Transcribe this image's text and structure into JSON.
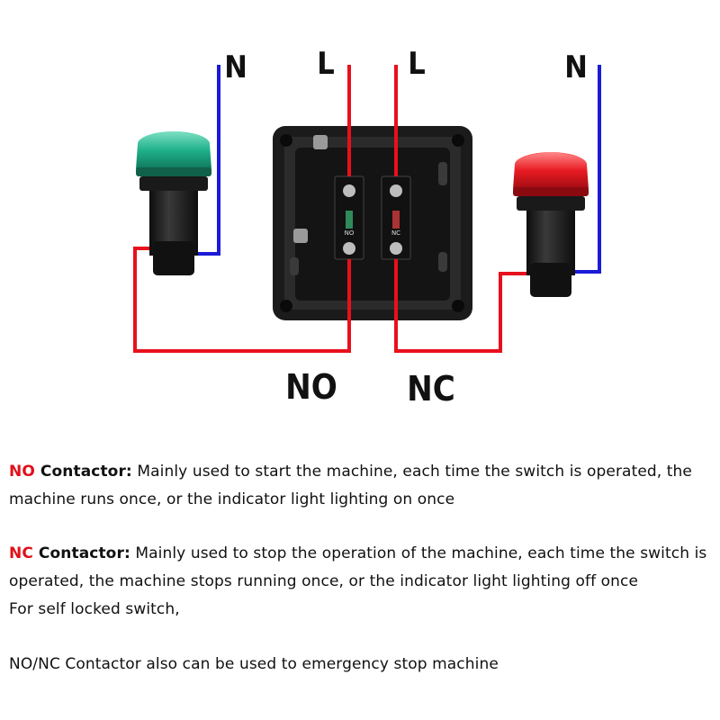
{
  "diagram": {
    "labels": {
      "n_left": "N",
      "l_left": "L",
      "l_right": "L",
      "n_right": "N",
      "no": "NO",
      "nc": "NC"
    },
    "box_marks": {
      "contact_no": "NO",
      "contact_nc": "NC"
    },
    "colors": {
      "live_wire": "#e8101c",
      "neutral_wire": "#1a1ad8",
      "green_lamp": "#1fb08a",
      "red_lamp": "#e81a22",
      "housing": "#1b1b1b"
    }
  },
  "descriptions": {
    "no": {
      "tag": "NO",
      "title": " Contactor:",
      "body": " Mainly used to start the machine, each time the switch is operated, the machine runs once, or the indicator light lighting on once"
    },
    "nc": {
      "tag": "NC",
      "title": " Contactor:",
      "body": " Mainly used to stop the operation of the machine, each time the switch is operated, the machine stops running once, or the indicator light lighting off once",
      "line2": "For self locked switch,"
    },
    "emergency": "NO/NC Contactor also can be used to emergency stop machine"
  }
}
